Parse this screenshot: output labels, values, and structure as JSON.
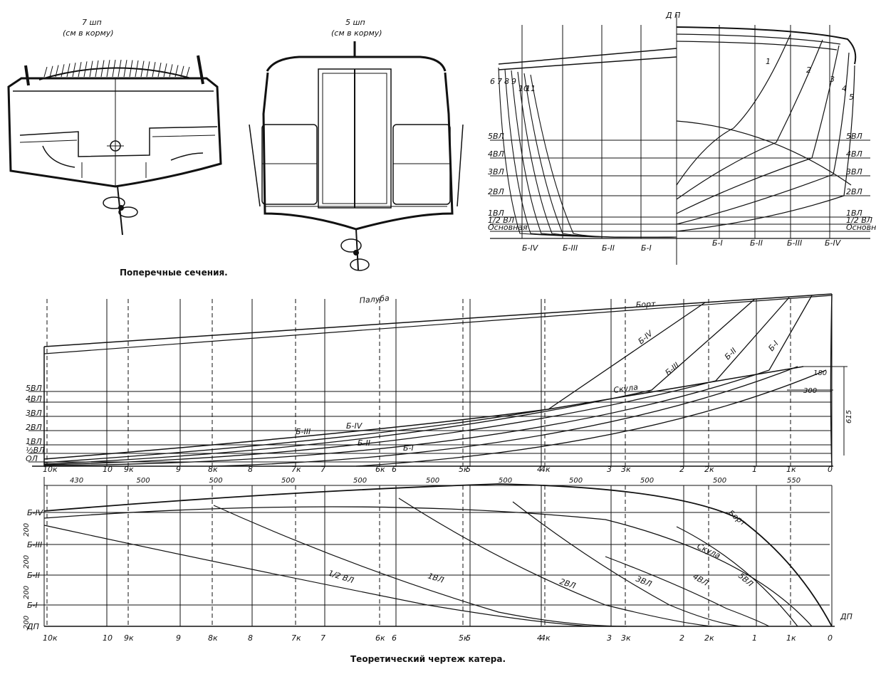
{
  "drawing_title": "Теоретический чертеж катера.",
  "sections_caption": "Поперечные сечения.",
  "section_7": {
    "line1": "7 шп",
    "line2": "(см в корму)"
  },
  "section_5": {
    "line1": "5 шп",
    "line2": "(см в корму)"
  },
  "body_plan": {
    "dp_label": "Д П",
    "left_frames": [
      "6",
      "7",
      "8",
      "9",
      "10",
      "11"
    ],
    "right_frames": [
      "1",
      "2",
      "3",
      "4",
      "5"
    ],
    "waterlines": [
      "5ВЛ",
      "4ВЛ",
      "3ВЛ",
      "2ВЛ",
      "1ВЛ",
      "1/2 ВЛ",
      "Основная"
    ],
    "buttocks_left": [
      "Б-IV",
      "Б-III",
      "Б-II",
      "Б-I"
    ],
    "buttocks_right": [
      "Б-I",
      "Б-II",
      "Б-III",
      "Б-IV"
    ]
  },
  "profile": {
    "deck_label": "Палуба",
    "board_label": "Борт",
    "chine_label": "Скула",
    "buttock_labels": [
      "Б-IV",
      "Б-III",
      "Б-II",
      "Б-I"
    ],
    "low_buttock_labels": [
      "Б-III",
      "Б-IV",
      "Б-II",
      "Б-I"
    ],
    "waterline_labels": [
      "5ВЛ",
      "4ВЛ",
      "3ВЛ",
      "2ВЛ",
      "1ВЛ",
      "½ВЛ",
      "ОЛ"
    ],
    "dims": {
      "d180": "180",
      "d300": "300",
      "d615": "615"
    }
  },
  "frames_axis": [
    {
      "label": "10к"
    },
    {
      "label": "10"
    },
    {
      "label": "9к"
    },
    {
      "label": "9"
    },
    {
      "label": "8к"
    },
    {
      "label": "8"
    },
    {
      "label": "7к"
    },
    {
      "label": "7"
    },
    {
      "label": "6к"
    },
    {
      "label": "6"
    },
    {
      "label": "5к"
    },
    {
      "label": "5"
    },
    {
      "label": "4"
    },
    {
      "label": "4к"
    },
    {
      "label": "3"
    },
    {
      "label": "3к"
    },
    {
      "label": "2"
    },
    {
      "label": "2к"
    },
    {
      "label": "1"
    },
    {
      "label": "1к"
    },
    {
      "label": "0"
    }
  ],
  "spacing_dims": [
    "430",
    "500",
    "500",
    "500",
    "500",
    "500",
    "500",
    "500",
    "500",
    "500",
    "550"
  ],
  "half_breadth": {
    "buttock_labels": [
      "Б-IV",
      "Б-III",
      "Б-II",
      "Б-I",
      "ДП"
    ],
    "vertical_dims": [
      "200",
      "200",
      "200",
      "200"
    ],
    "curve_labels": [
      "Борт",
      "Скула",
      "5ВЛ",
      "4ВЛ",
      "3ВЛ",
      "2ВЛ",
      "1ВЛ",
      "1/2 ВЛ"
    ],
    "dp_right": "ДП"
  }
}
